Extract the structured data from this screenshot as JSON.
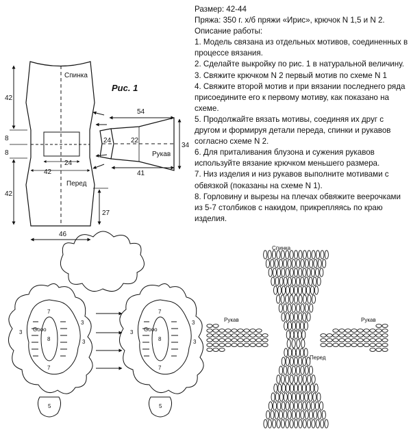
{
  "instructions": {
    "size": "Размер: 42-44",
    "yarn": "Пряжа: 350 г. х/б пряжи «Ирис», крючок N 1,5 и N 2.",
    "heading": "Описание работы:",
    "steps": [
      "1. Модель связана из отдельных мотивов, соединенных в процессе вязания.",
      "2. Сделайте выкройку по рис. 1 в натуральной величину.",
      "3. Свяжите крючком N 2 первый мотив по схеме N 1",
      "4. Свяжите второй мотив и при вязании последнего ряда присоедините его к первому мотиву, как показано на схеме.",
      "5. Продолжайте вязать мотивы, соединяя их друг с другом и формируя детали переда, спинки и рукавов согласно схеме N 2.",
      "6. Для приталивания блузона и сужения рукавов используйте вязание крючком меньшего размера.",
      "7. Низ изделия и низ рукавов выполните мотивами с обвязкой (показаны на схеме N 1).",
      "8. Горловину и вырезы на плечах обвяжите веерочками из 5-7 столбиков с накидом, прикрепляясь по краю изделия."
    ]
  },
  "pattern": {
    "title": "Рис. 1",
    "back_label": "Спинка",
    "front_label": "Перед",
    "sleeve_label": "Рукав",
    "dims": {
      "back_height": "42",
      "front_height": "42",
      "side_8_top": "8",
      "side_8_bottom": "8",
      "waist_24": "24",
      "waist_42": "42",
      "bottom_46": "46",
      "side_27": "27",
      "sleeve_54": "54",
      "sleeve_24": "24",
      "sleeve_22": "22",
      "sleeve_34": "34",
      "sleeve_41": "41"
    }
  },
  "motif_scheme": {
    "numbers": [
      "3",
      "8",
      "7",
      "5"
    ],
    "chain_label": "Gooo"
  },
  "assembly_scheme": {
    "back_label": "Спинка",
    "front_label": "Перед",
    "sleeve_left_label": "Рукав",
    "sleeve_right_label": "Рукав"
  }
}
